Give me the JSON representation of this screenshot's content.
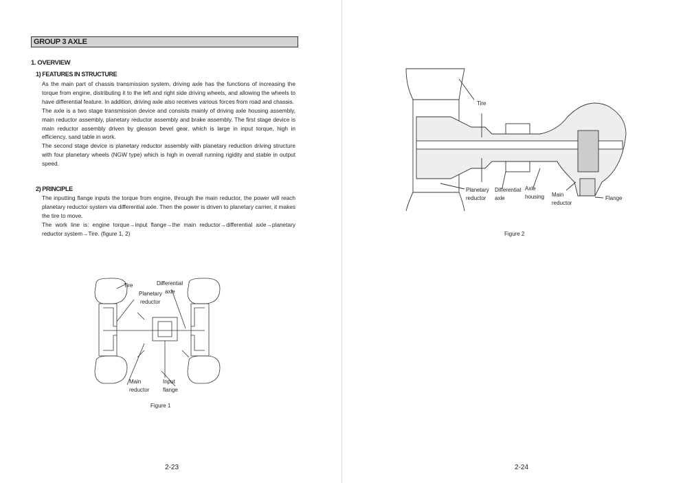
{
  "left_page": {
    "group_title": "GROUP 3 AXLE",
    "section_title": "1. OVERVIEW",
    "features": {
      "heading": "1) FEATURES IN STRUCTURE",
      "paragraphs": [
        "As the main part of chassis transmission system, driving axle has the functions of increasing the torque from engine, distributing it to the left and right side driving wheels, and allowing the wheels to have differential feature. In addition, driving axle also receives various forces from road and chassis.",
        "The axle is a two stage transmission device and consists mainly of driving axle housing assembly, main reductor assembly, planetary reductor assembly and brake assembly. The first stage device is main reductor assembly driven by gleason bevel gear, which is large in input torque, high in efficiency, sand table in work.",
        "The second stage device is planetary reductor assembly with planetary reduction driving structure with four planetary wheels (NGW type) which is high in overall running rigidity and stable in output speed."
      ]
    },
    "principle": {
      "heading": "2) PRINCIPLE",
      "paragraphs": [
        "The inputting flange inputs the torque from engine, through the main reductor, the power will reach planetary reductor system via differential axle. Then the power is driven to planetary carrier, it makes the tire to move.",
        "The work line is: engine torque→input flange→the main reductor→differential axle→planetary reductor system→Tire. (figure 1, 2)"
      ]
    },
    "figure1": {
      "labels": {
        "tire": "Tire",
        "differential_1": "Differential",
        "differential_2": "axle",
        "planetary_1": "Planetary",
        "planetary_2": "reductor",
        "main_1": "Main",
        "main_2": "reductor",
        "input_1": "Input",
        "input_2": "flange"
      },
      "caption": "Figure 1"
    },
    "page_number": "2-23"
  },
  "right_page": {
    "figure2": {
      "labels": {
        "tire": "Tire",
        "planetary_1": "Planetary",
        "planetary_2": "reductor",
        "differential_1": "Differential",
        "differential_2": "axle",
        "housing_1": "Axle",
        "housing_2": "housing",
        "main_1": "Main",
        "main_2": "reductor",
        "flange": "Flange"
      },
      "caption": "Figure 2"
    },
    "page_number": "2-24"
  }
}
